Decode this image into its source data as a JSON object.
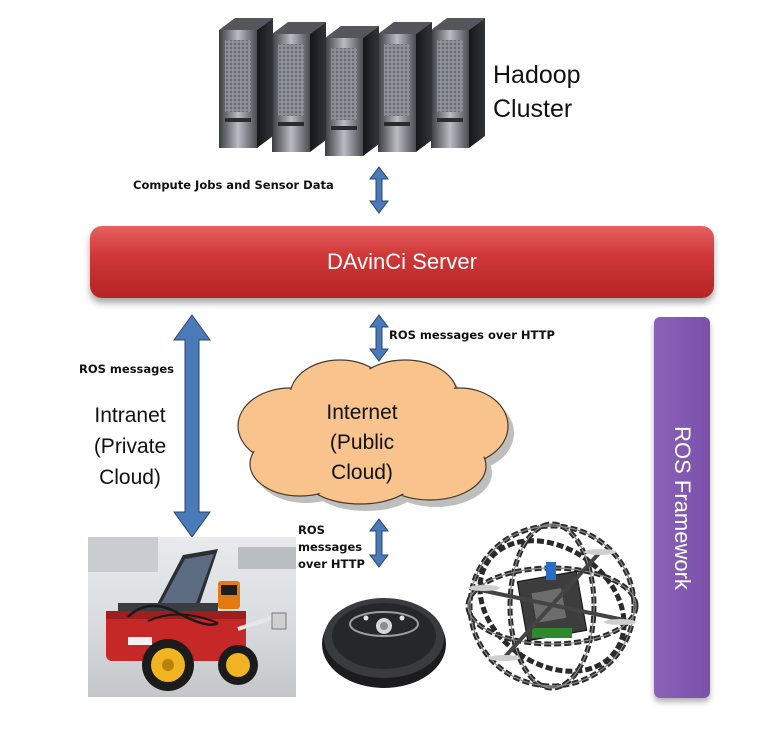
{
  "hadoop": {
    "label_line1": "Hadoop",
    "label_line2": "Cluster"
  },
  "links": {
    "compute": "Compute Jobs and Sensor Data",
    "ros_http_top": "ROS messages over HTTP",
    "ros_left": "ROS messages",
    "ros_bottom_line1": "ROS",
    "ros_bottom_line2": "messages",
    "ros_bottom_line3": "over HTTP"
  },
  "server": {
    "label": "DAvinCi Server"
  },
  "intranet": {
    "line1": "Intranet",
    "line2": "(Private",
    "line3": "Cloud)"
  },
  "internet": {
    "line1": "Internet",
    "line2": "(Public",
    "line3": "Cloud)"
  },
  "framework": {
    "label": "ROS Framework"
  },
  "colors": {
    "server_red": "#c83333",
    "framework_purple": "#8159b0",
    "cloud_orange": "#f9c38e",
    "arrow_blue": "#4a7ab8"
  }
}
